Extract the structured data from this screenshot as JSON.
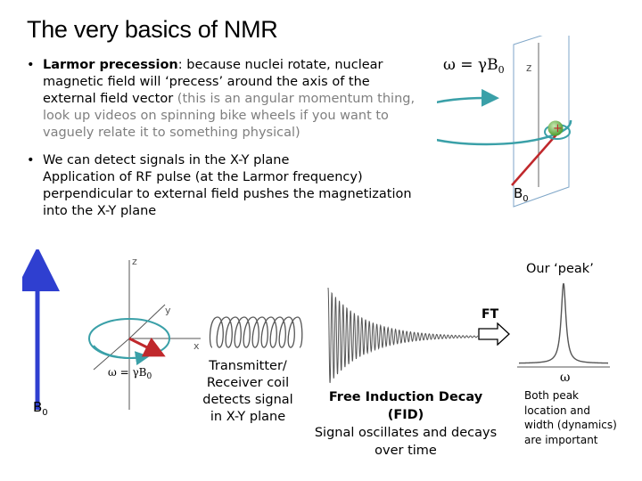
{
  "title": "The very basics of NMR",
  "bullet1": {
    "bold": "Larmor precession",
    "rest": ": because nuclei rotate, nuclear magnetic field will ‘precess’ around the axis of the external field vector",
    "grey": "(this is an angular momentum thing, look up videos on spinning bike wheels if you want to vaguely relate it to something physical)"
  },
  "bullet2": {
    "line1": "We can detect signals in the X-Y plane",
    "line2": "Application of RF pulse (at the Larmor frequency) perpendicular to external field pushes the magnetization into the X-Y plane"
  },
  "top_diagram": {
    "omega_eq": "ω = γB",
    "omega_sub": "0",
    "z_label": "z",
    "b_label": "B",
    "b_sub": "0",
    "plus": "+"
  },
  "bottom_left": {
    "z": "z",
    "y": "y",
    "x": "x",
    "omega_eq": "ω = γB",
    "omega_sub": "0",
    "b_label": "B",
    "b_sub": "0"
  },
  "coil_text": [
    "Transmitter/",
    "Receiver coil",
    "detects signal",
    "in X-Y plane"
  ],
  "fid": {
    "bold": "Free Induction Decay (FID)",
    "line2": "Signal oscillates and decays",
    "line3": "over time"
  },
  "ft_label": "FT",
  "peak": {
    "title": "Our ‘peak’",
    "omega": "ω",
    "desc": [
      "Both peak",
      "location and",
      "width (dynamics)",
      "are important"
    ]
  },
  "colors": {
    "blue": "#2f3fd0",
    "red": "#c0282c",
    "green": "#5aa83a",
    "teal": "#3aa0a8",
    "axis": "#7f7f7f"
  }
}
